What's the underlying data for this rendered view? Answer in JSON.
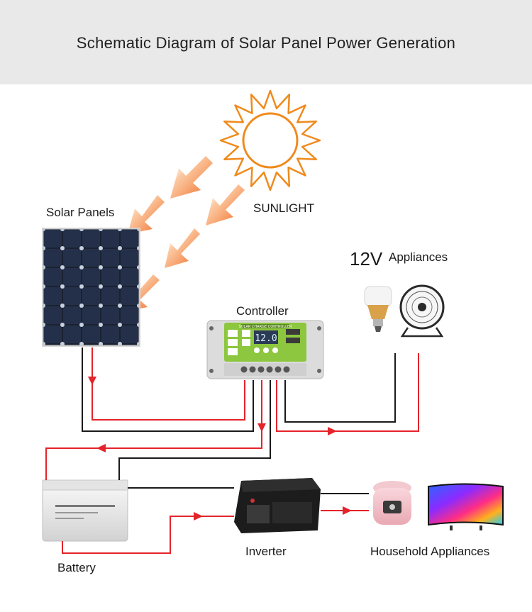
{
  "title": "Schematic Diagram of Solar Panel Power Generation",
  "labels": {
    "solar_panels": "Solar Panels",
    "sunlight": "SUNLIGHT",
    "controller": "Controller",
    "voltage": "12V",
    "appliances": "Appliances",
    "battery": "Battery",
    "inverter": "Inverter",
    "household": "Household Appliances"
  },
  "controller_screen": {
    "header": "SOLAR CHARGE CONTROLLER",
    "reading": "12.0"
  },
  "colors": {
    "header_bg": "#e9e9e9",
    "sun": "#f08a1c",
    "arrow": "#f37c22",
    "wire_positive": "#e5232a",
    "wire_negative": "#1a1a1a",
    "controller_green": "#8dc63f"
  }
}
